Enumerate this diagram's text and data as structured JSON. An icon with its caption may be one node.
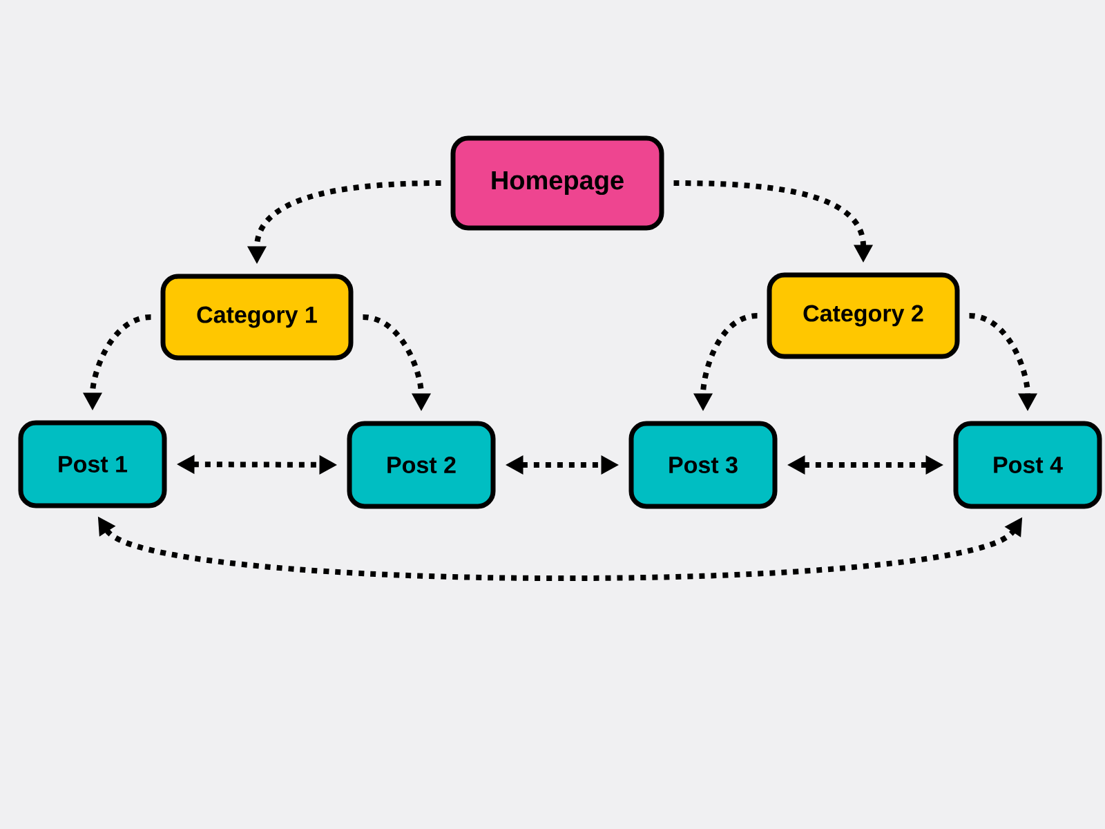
{
  "diagram": {
    "nodes": [
      {
        "text": [
          "Homepage"
        ]
      },
      {
        "text": [
          "Category 1"
        ]
      },
      {
        "text": [
          "Category 2"
        ]
      },
      {
        "text": [
          "Post 1"
        ]
      },
      {
        "text": [
          "Post 2"
        ]
      },
      {
        "text": [
          "Post 3"
        ]
      },
      {
        "text": [
          "Post 4"
        ]
      }
    ],
    "edges": [
      {
        "from": 0,
        "to": 1,
        "arrow": "to"
      },
      {
        "from": 0,
        "to": 2,
        "arrow": "to"
      },
      {
        "from": 1,
        "to": 3,
        "arrow": "to"
      },
      {
        "from": 1,
        "to": 4,
        "arrow": "to"
      },
      {
        "from": 2,
        "to": 5,
        "arrow": "to"
      },
      {
        "from": 2,
        "to": 6,
        "arrow": "to"
      },
      {
        "from": 3,
        "to": 4,
        "arrow": "both"
      },
      {
        "from": 4,
        "to": 5,
        "arrow": "both"
      },
      {
        "from": 5,
        "to": 6,
        "arrow": "both"
      },
      {
        "from": 3,
        "to": 6,
        "arrow": "both"
      }
    ]
  }
}
